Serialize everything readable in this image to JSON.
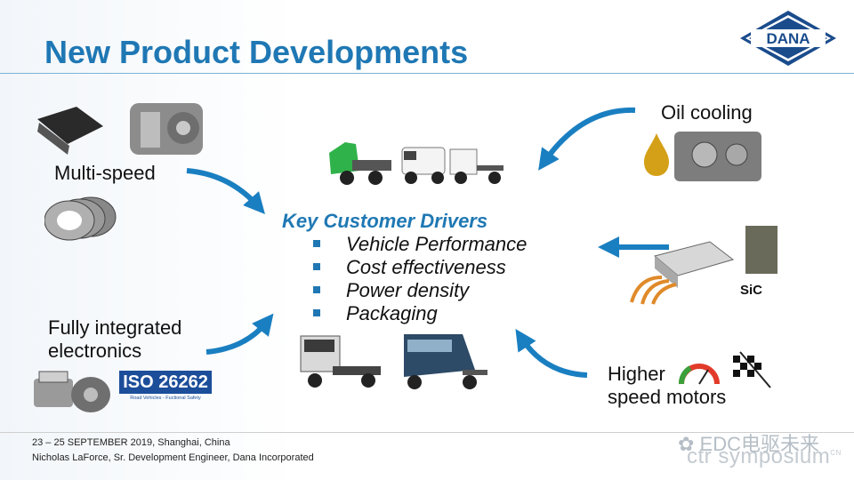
{
  "slide": {
    "title": "New Product Developments",
    "logo_text": "DANA",
    "center": {
      "heading": "Key Customer Drivers",
      "items": [
        "Vehicle Performance",
        "Cost effectiveness",
        "Power density",
        "Packaging"
      ]
    },
    "labels": {
      "multi_speed": "Multi-speed",
      "electronics_line1": "Fully integrated",
      "electronics_line2": "electronics",
      "oil_cooling": "Oil cooling",
      "motors_line1": "Higher",
      "motors_line2": "speed motors",
      "sic": "SiC"
    },
    "iso_badge": {
      "text": "ISO 26262",
      "sub": "Road Vehicles - Fuctional Safety"
    },
    "footer": {
      "line1": "23 – 25 SEPTEMBER 2019, Shanghai, China",
      "line2": "Nicholas LaForce, Sr. Development Engineer, Dana Incorporated"
    },
    "watermark": {
      "text": "EDC电驱未来",
      "symposium": "ctr symposium",
      "tag": "CN"
    },
    "colors": {
      "brand_blue": "#1f78b4",
      "arrow_blue": "#1a7fc1",
      "iso_blue": "#1c4e9a"
    }
  }
}
